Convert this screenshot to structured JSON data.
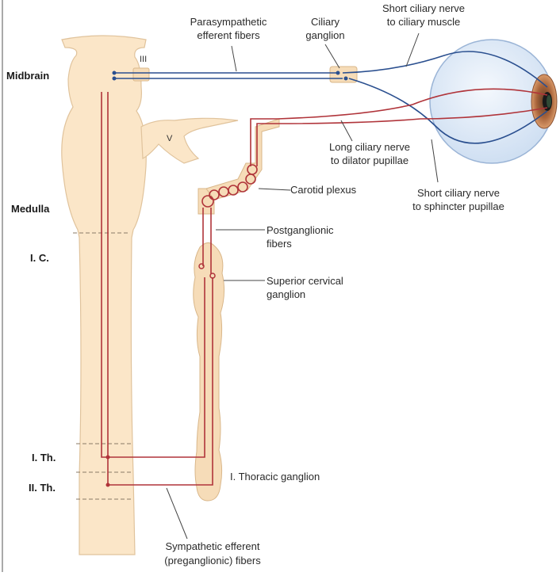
{
  "levels": {
    "midbrain": "Midbrain",
    "medulla": "Medulla",
    "ic": "I. C.",
    "ith": "I. Th.",
    "iith": "II. Th."
  },
  "cranial_nerves": {
    "iii": "III",
    "v": "V"
  },
  "labels": {
    "parasympathetic_1": "Parasympathetic",
    "parasympathetic_2": "efferent fibers",
    "ciliary_ganglion_1": "Ciliary",
    "ciliary_ganglion_2": "ganglion",
    "short_ciliary_muscle_1": "Short ciliary nerve",
    "short_ciliary_muscle_2": "to ciliary muscle",
    "long_ciliary_1": "Long ciliary nerve",
    "long_ciliary_2": "to dilator pupillae",
    "carotid_plexus": "Carotid plexus",
    "short_ciliary_sphincter_1": "Short ciliary nerve",
    "short_ciliary_sphincter_2": "to sphincter pupillae",
    "postganglionic_1": "Postganglionic",
    "postganglionic_2": "fibers",
    "superior_cervical_1": "Superior cervical",
    "superior_cervical_2": "ganglion",
    "thoracic_ganglion": "I. Thoracic ganglion",
    "sympathetic_1": "Sympathetic efferent",
    "sympathetic_2": "(preganglionic) fibers"
  },
  "colors": {
    "sympathetic": "#b0343a",
    "parasympathetic": "#2a4f8f",
    "tissue": "#fbe6c8",
    "eye": "#dde9f7"
  }
}
